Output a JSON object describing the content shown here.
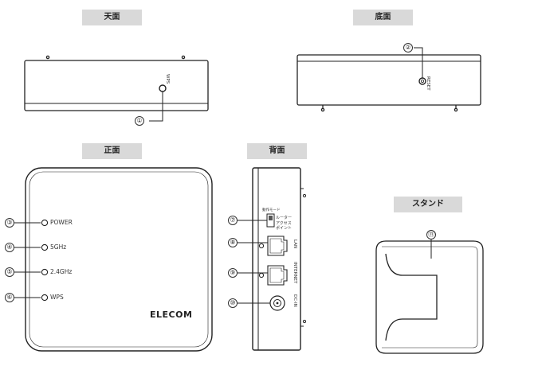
{
  "views": {
    "top": "天面",
    "bottom": "底面",
    "front": "正面",
    "back": "背面",
    "stand": "スタンド"
  },
  "callouts": {
    "c1": "①",
    "c2": "②",
    "c3": "③",
    "c4": "④",
    "c5": "⑤",
    "c6": "⑥",
    "c7": "⑦",
    "c8": "⑧",
    "c9": "⑨",
    "c10": "⑩",
    "c11": "⑪"
  },
  "top_view": {
    "wps_label": "WPS"
  },
  "bottom_view": {
    "reset_label": "RESET"
  },
  "front_view": {
    "leds": [
      "POWER",
      "5GHz",
      "2.4GHz",
      "WPS"
    ],
    "brand": "ELECOM"
  },
  "back_view": {
    "mode_switch_title": "動作モード",
    "mode_router": "ルーター",
    "mode_ap_1": "アクセス",
    "mode_ap_2": "ポイント",
    "lan": "LAN",
    "internet": "INTERNET",
    "dcin": "DC-IN"
  }
}
